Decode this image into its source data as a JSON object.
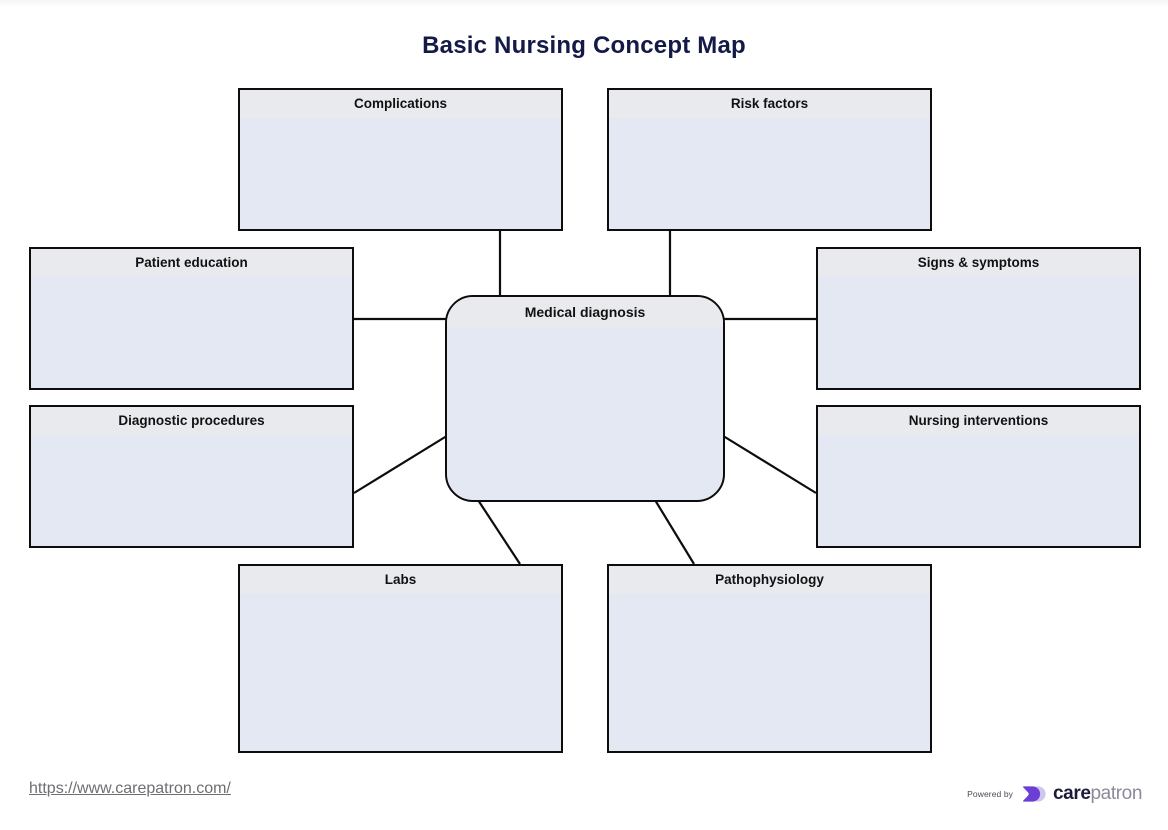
{
  "document": {
    "title": "Basic Nursing Concept Map"
  },
  "center": {
    "label": "Medical diagnosis",
    "content": ""
  },
  "nodes": [
    {
      "id": "complications",
      "label": "Complications",
      "content": ""
    },
    {
      "id": "risk-factors",
      "label": "Risk factors",
      "content": ""
    },
    {
      "id": "patient-education",
      "label": "Patient education",
      "content": ""
    },
    {
      "id": "signs-symptoms",
      "label": "Signs & symptoms",
      "content": ""
    },
    {
      "id": "diagnostic-procedures",
      "label": "Diagnostic procedures",
      "content": ""
    },
    {
      "id": "nursing-interventions",
      "label": "Nursing interventions",
      "content": ""
    },
    {
      "id": "labs",
      "label": "Labs",
      "content": ""
    },
    {
      "id": "pathophysiology",
      "label": "Pathophysiology",
      "content": ""
    }
  ],
  "footer": {
    "url": "https://www.carepatron.com/",
    "powered_by": "Powered by",
    "brand_first": "care",
    "brand_second": "patron"
  },
  "colors": {
    "title": "#141a47",
    "node_border": "#0d0d0d",
    "node_body": "#e3e8f3",
    "node_header": "#e9eaee",
    "edge": "#0d0d0d",
    "url": "#6e6e73",
    "brand_purple": "#6b3fd4",
    "brand_purple_light": "#d6cef3",
    "brand_dark": "#1b1b3a",
    "brand_gray": "#8a8a99"
  }
}
